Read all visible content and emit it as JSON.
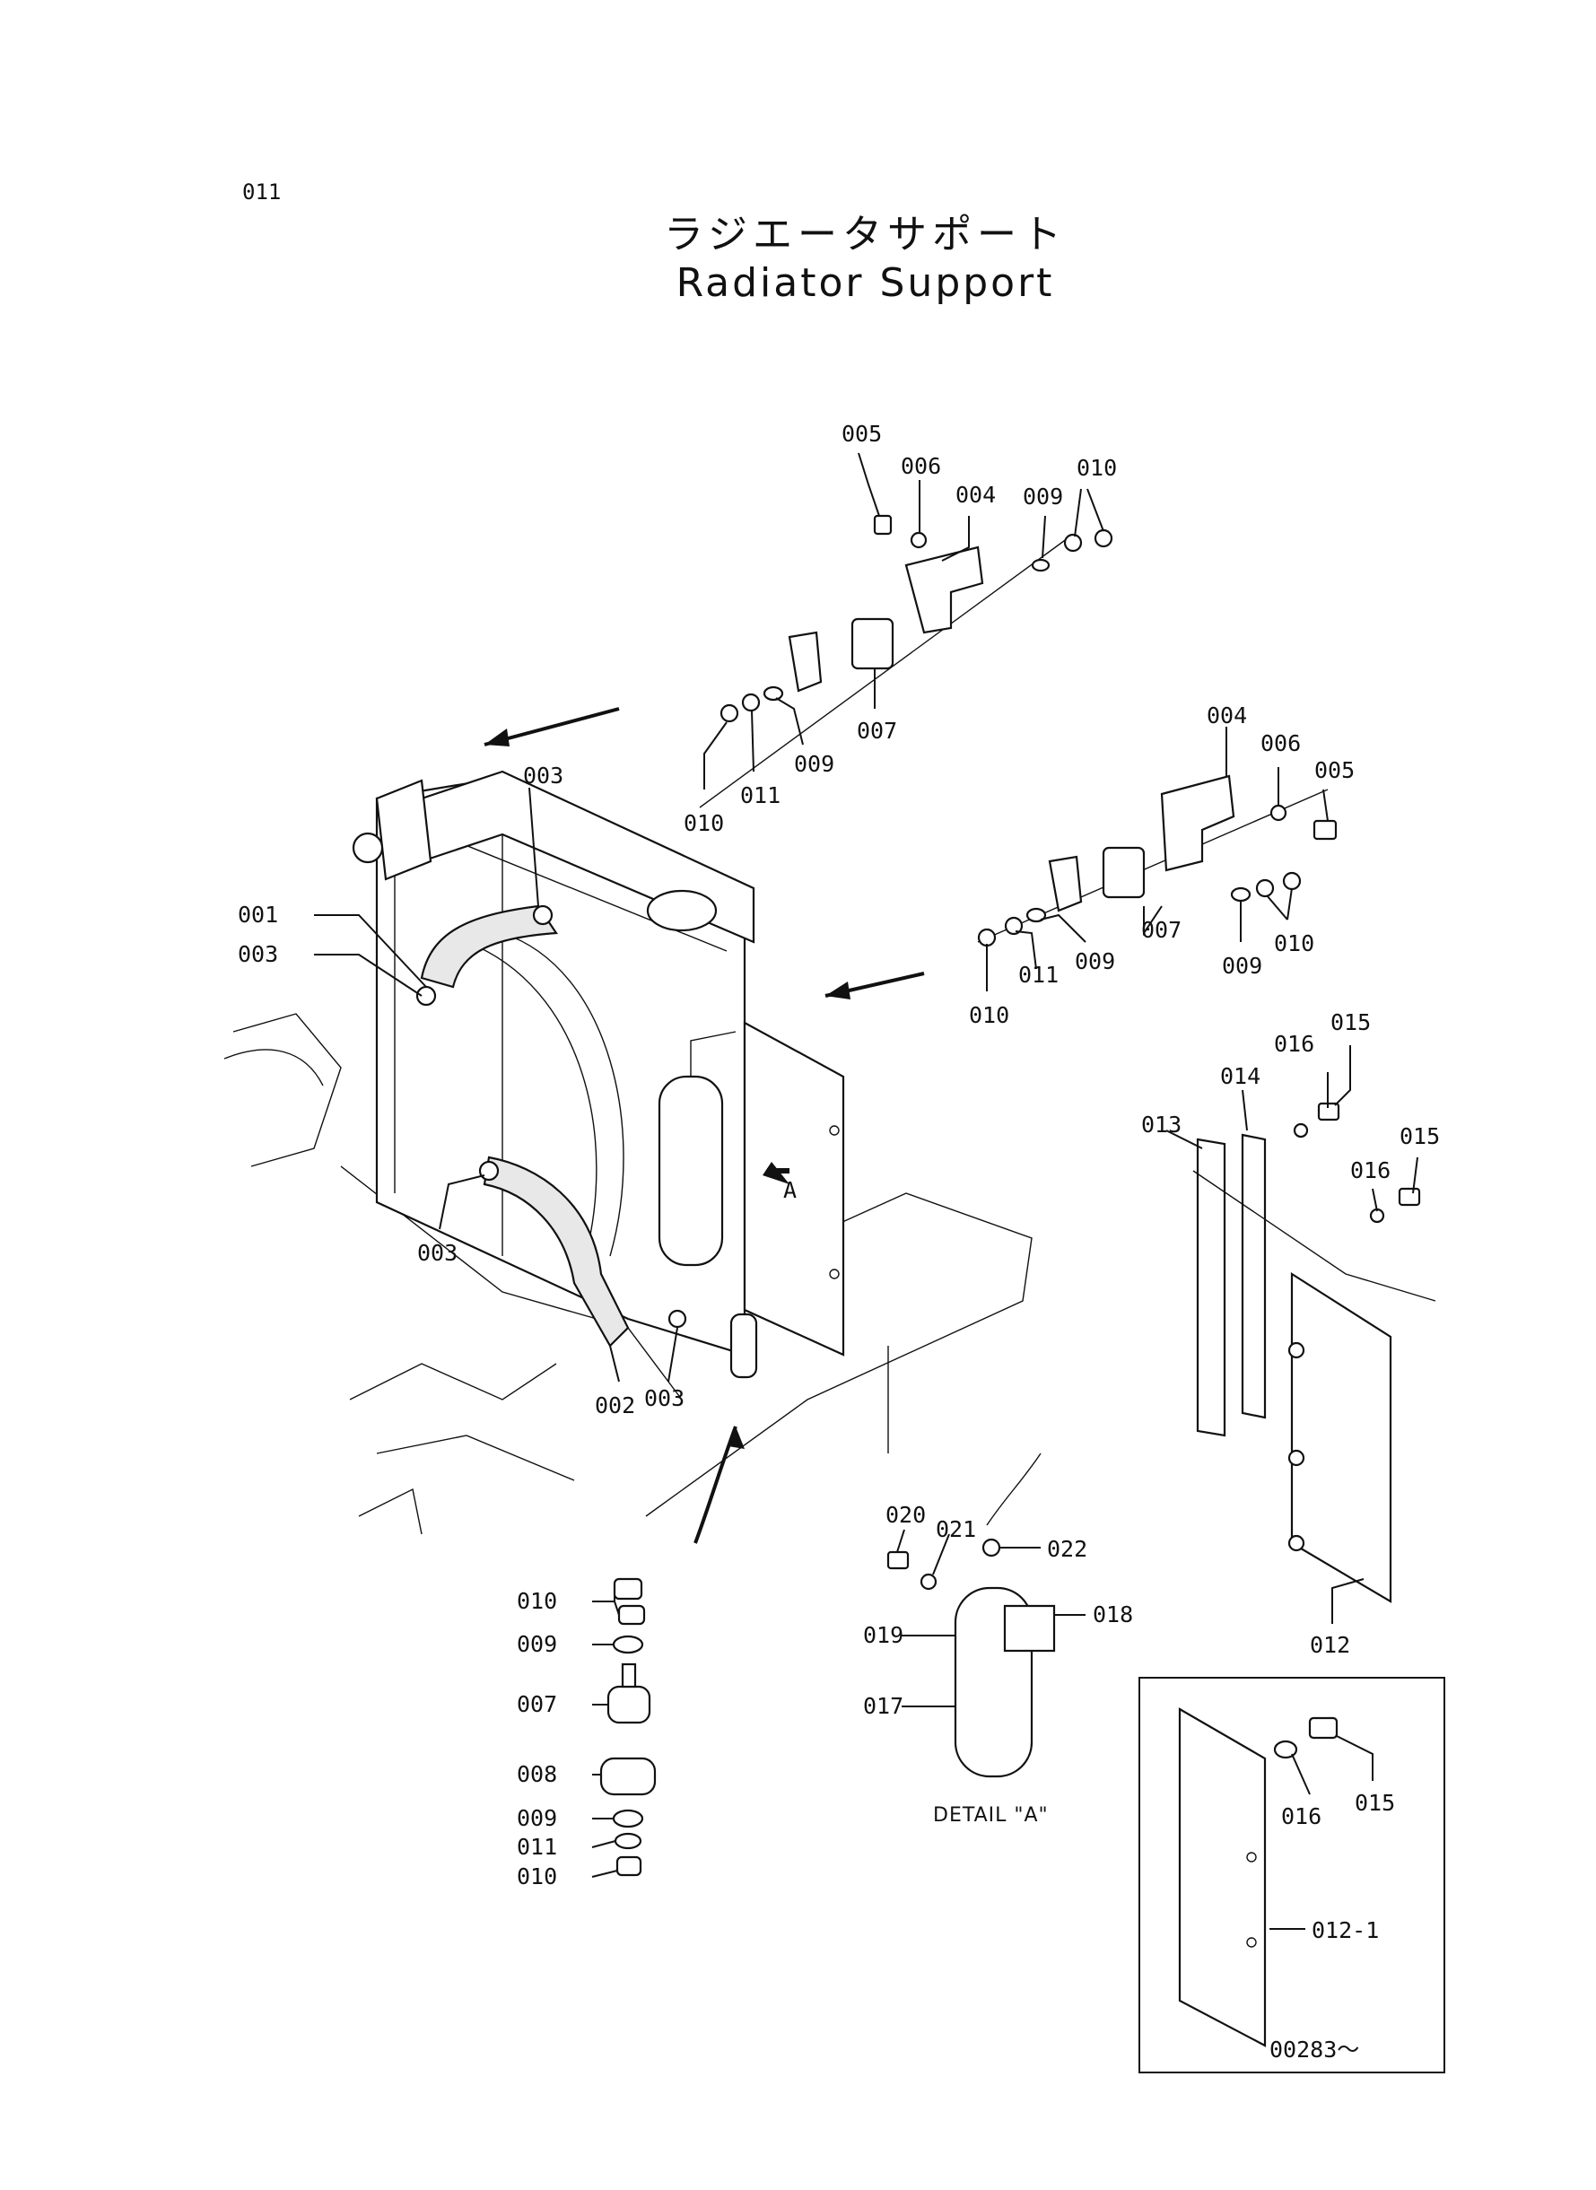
{
  "page": {
    "number": "011",
    "title_jp": "ラジエータサポート",
    "title_en": "Radiator Support"
  },
  "callouts": {
    "c001": "001",
    "c002": "002",
    "c003a": "003",
    "c003b": "003",
    "c003c": "003",
    "c003d": "003",
    "c004a": "004",
    "c004b": "004",
    "c005a": "005",
    "c005b": "005",
    "c006a": "006",
    "c006b": "006",
    "c007a": "007",
    "c007b": "007",
    "c007c": "007",
    "c008": "008",
    "c009a": "009",
    "c009b": "009",
    "c009c": "009",
    "c009d": "009",
    "c009e": "009",
    "c009f": "009",
    "c010a": "010",
    "c010b": "010",
    "c010c": "010",
    "c010d": "010",
    "c010e": "010",
    "c010f": "010",
    "c011a": "011",
    "c011b": "011",
    "c011c": "011",
    "c012": "012",
    "c012_1": "012-1",
    "c013": "013",
    "c014": "014",
    "c015a": "015",
    "c015b": "015",
    "c015c": "015",
    "c016a": "016",
    "c016b": "016",
    "c016c": "016",
    "c017": "017",
    "c018": "018",
    "c019": "019",
    "c020": "020",
    "c021": "021",
    "c022": "022",
    "view_a": "A"
  },
  "detail_a_label": "DETAIL \"A\"",
  "serial_range": "00283～"
}
